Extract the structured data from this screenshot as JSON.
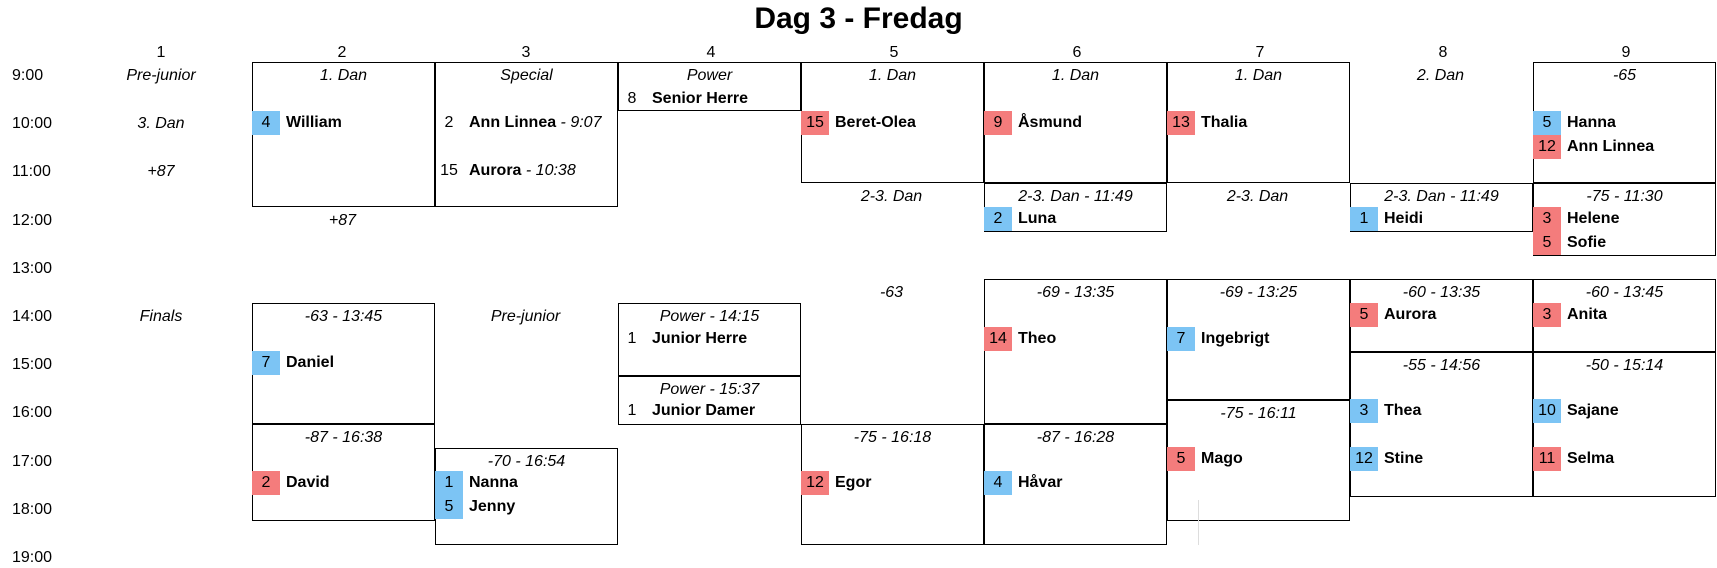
{
  "title": "Dag 3 - Fredag",
  "columns": [
    "1",
    "2",
    "3",
    "4",
    "5",
    "6",
    "7",
    "8",
    "9"
  ],
  "times": [
    "9:00",
    "10:00",
    "11:00",
    "12:00",
    "13:00",
    "14:00",
    "15:00",
    "16:00",
    "17:00",
    "18:00",
    "19:00"
  ],
  "colors": {
    "blue": "#7cc4f4",
    "red": "#f47c7c"
  },
  "col1_labels": [
    "Pre-junior",
    "3. Dan",
    "+87",
    "Finals"
  ],
  "free_labels": [
    "+87",
    "Pre-junior",
    "-63",
    "2-3. Dan",
    "2-3. Dan",
    "2. Dan"
  ],
  "matches": [
    {
      "label": "1. Dan",
      "entries": [
        {
          "seed": "4",
          "color": "blue",
          "name": "William",
          "time": ""
        }
      ]
    },
    {
      "label": "Special",
      "entries": [
        {
          "seed": "2",
          "color": "plain",
          "name": "Ann Linnea",
          "time": " - 9:07"
        },
        {
          "seed": "15",
          "color": "plain",
          "name": "Aurora",
          "time": " - 10:38"
        }
      ]
    },
    {
      "label": "Power",
      "entries": [
        {
          "seed": "8",
          "color": "plain",
          "name": "Senior Herre",
          "time": ""
        }
      ]
    },
    {
      "label": "1. Dan",
      "entries": [
        {
          "seed": "15",
          "color": "red",
          "name": "Beret-Olea",
          "time": ""
        }
      ]
    },
    {
      "label": "1. Dan",
      "entries": [
        {
          "seed": "9",
          "color": "red",
          "name": "Åsmund",
          "time": ""
        }
      ]
    },
    {
      "label": "1. Dan",
      "entries": [
        {
          "seed": "13",
          "color": "red",
          "name": "Thalia",
          "time": ""
        }
      ]
    },
    {
      "label": "-65",
      "entries": [
        {
          "seed": "5",
          "color": "blue",
          "name": "Hanna",
          "time": ""
        },
        {
          "seed": "12",
          "color": "red",
          "name": "Ann Linnea",
          "time": ""
        }
      ]
    },
    {
      "label": "2-3. Dan - 11:49",
      "entries": [
        {
          "seed": "2",
          "color": "blue",
          "name": "Luna",
          "time": ""
        }
      ]
    },
    {
      "label": "2-3. Dan - 11:49",
      "entries": [
        {
          "seed": "1",
          "color": "blue",
          "name": "Heidi",
          "time": ""
        }
      ]
    },
    {
      "label": "-75 - 11:30",
      "entries": [
        {
          "seed": "3",
          "color": "red",
          "name": "Helene",
          "time": ""
        },
        {
          "seed": "5",
          "color": "red",
          "name": "Sofie",
          "time": ""
        }
      ]
    },
    {
      "label": "-63 - 13:45",
      "entries": [
        {
          "seed": "7",
          "color": "blue",
          "name": "Daniel",
          "time": ""
        }
      ]
    },
    {
      "label": "Power - 14:15",
      "entries": [
        {
          "seed": "1",
          "color": "plain",
          "name": "Junior Herre",
          "time": ""
        }
      ]
    },
    {
      "label": "Power - 15:37",
      "entries": [
        {
          "seed": "1",
          "color": "plain",
          "name": "Junior Damer",
          "time": ""
        }
      ]
    },
    {
      "label": "-69 - 13:35",
      "entries": [
        {
          "seed": "14",
          "color": "red",
          "name": "Theo",
          "time": ""
        }
      ]
    },
    {
      "label": "-69 - 13:25",
      "entries": [
        {
          "seed": "7",
          "color": "blue",
          "name": "Ingebrigt",
          "time": ""
        }
      ]
    },
    {
      "label": "-60 - 13:35",
      "entries": [
        {
          "seed": "5",
          "color": "red",
          "name": "Aurora",
          "time": ""
        }
      ]
    },
    {
      "label": "-60 - 13:45",
      "entries": [
        {
          "seed": "3",
          "color": "red",
          "name": "Anita",
          "time": ""
        }
      ]
    },
    {
      "label": "-55 - 14:56",
      "entries": [
        {
          "seed": "3",
          "color": "blue",
          "name": "Thea",
          "time": ""
        },
        {
          "seed": "12",
          "color": "blue",
          "name": "Stine",
          "time": ""
        }
      ]
    },
    {
      "label": "-50 - 15:14",
      "entries": [
        {
          "seed": "10",
          "color": "blue",
          "name": "Sajane",
          "time": ""
        },
        {
          "seed": "11",
          "color": "red",
          "name": "Selma",
          "time": ""
        }
      ]
    },
    {
      "label": "-75 - 16:11",
      "entries": [
        {
          "seed": "5",
          "color": "red",
          "name": "Mago",
          "time": ""
        }
      ]
    },
    {
      "label": "-87 - 16:38",
      "entries": [
        {
          "seed": "2",
          "color": "red",
          "name": "David",
          "time": ""
        }
      ]
    },
    {
      "label": "-70 - 16:54",
      "entries": [
        {
          "seed": "1",
          "color": "blue",
          "name": "Nanna",
          "time": ""
        },
        {
          "seed": "5",
          "color": "blue",
          "name": "Jenny",
          "time": ""
        }
      ]
    },
    {
      "label": "-75 - 16:18",
      "entries": [
        {
          "seed": "12",
          "color": "red",
          "name": "Egor",
          "time": ""
        }
      ]
    },
    {
      "label": "-87 - 16:28",
      "entries": [
        {
          "seed": "4",
          "color": "blue",
          "name": "Håvar",
          "time": ""
        }
      ]
    }
  ]
}
